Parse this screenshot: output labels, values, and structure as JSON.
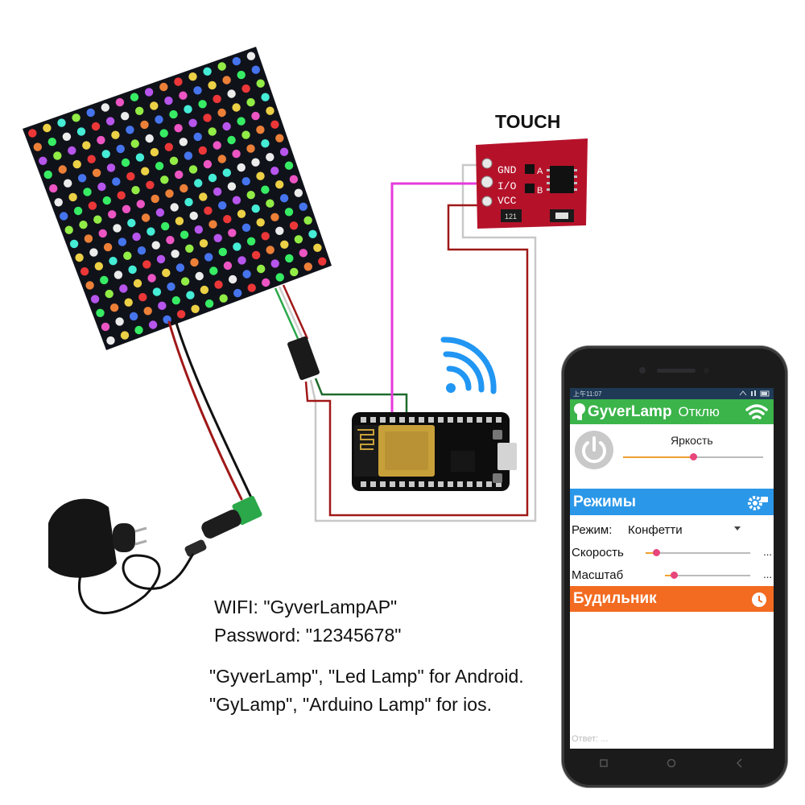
{
  "touch_label": "TOUCH",
  "touch_pins": [
    "GND",
    "I/O",
    "VCC"
  ],
  "touch_pads": [
    "A",
    "B"
  ],
  "chip_label": "121",
  "wifi_text": "WIFI: \"GyverLampAP\"",
  "password_text": "Password: \"12345678\"",
  "android_text": "\"GyverLamp\", \"Led Lamp\" for Android.",
  "ios_text": "\"GyLamp\", \"Arduino Lamp\" for ios.",
  "colors": {
    "wire_magenta": "#e53adb",
    "wire_red": "#a01818",
    "wire_gray": "#c8c8c8",
    "wire_black": "#111111",
    "wifi_blue": "#2196f3",
    "app_green": "#3bb44a",
    "app_blue": "#2b97e8",
    "app_orange": "#f26b21"
  },
  "phone": {
    "status_time": "上午11:07",
    "app_title": "GyverLamp",
    "connection_status": "Отклю",
    "brightness_label": "Яркость",
    "brightness_level": 0.5,
    "modes_title": "Режимы",
    "mode_label": "Режим:",
    "mode_value": "Конфетти",
    "params": [
      {
        "label": "Скорость",
        "level": 0.1,
        "dots": "..."
      },
      {
        "label": "Масштаб",
        "level": 0.1,
        "dots": "..."
      }
    ],
    "alarm_title": "Будильник",
    "answer_text": "Ответ: ..."
  },
  "icons": [
    "lightbulb-icon",
    "wifi-icon",
    "power-icon",
    "gear-camera-icon",
    "alarm-clock-icon",
    "wifi-signal-icon"
  ]
}
